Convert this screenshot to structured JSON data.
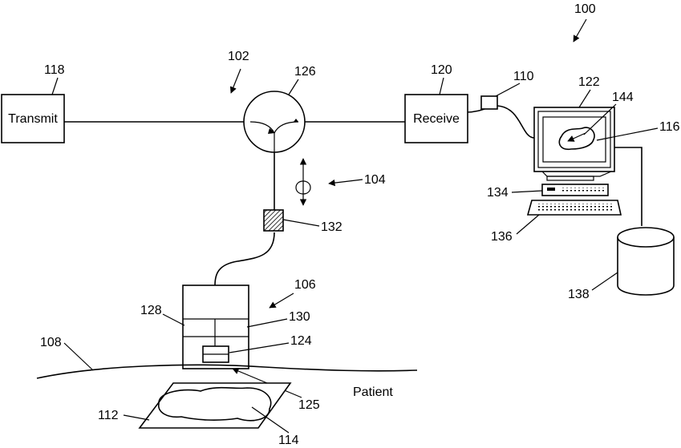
{
  "blocks": {
    "transmit": "Transmit",
    "receive": "Receive",
    "patient": "Patient"
  },
  "refs": {
    "r100": "100",
    "r102": "102",
    "r104": "104",
    "r106": "106",
    "r108": "108",
    "r110": "110",
    "r112": "112",
    "r114": "114",
    "r116": "116",
    "r118": "118",
    "r120": "120",
    "r122": "122",
    "r124": "124",
    "r125": "125",
    "r126": "126",
    "r128": "128",
    "r130": "130",
    "r132": "132",
    "r134": "134",
    "r136": "136",
    "r138": "138",
    "r144": "144"
  },
  "icons": [
    "circulator-icon",
    "polarization-controller-icon",
    "connector-icon",
    "computer-monitor-icon",
    "keyboard-icon",
    "database-icon",
    "tissue-region-icon"
  ]
}
